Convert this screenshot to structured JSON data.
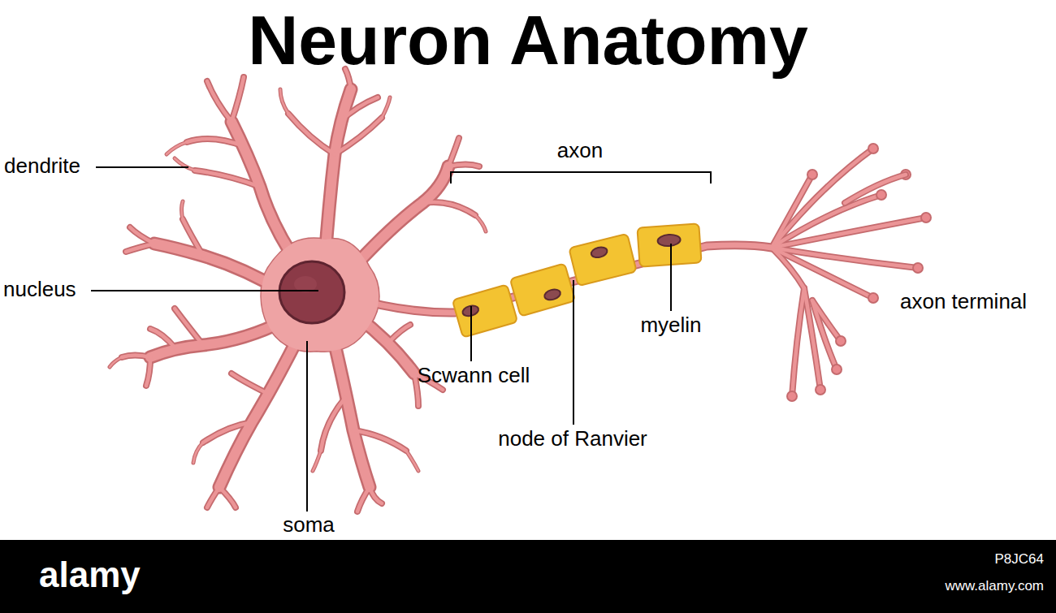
{
  "diagram": {
    "title": "Neuron Anatomy",
    "labels": [
      "dendrite",
      "nucleus",
      "soma",
      "axon",
      "Scwann cell",
      "node of Ranvier",
      "myelin",
      "axon terminal",
      "alamy",
      "P8JC64",
      "www.alamy.com"
    ]
  }
}
